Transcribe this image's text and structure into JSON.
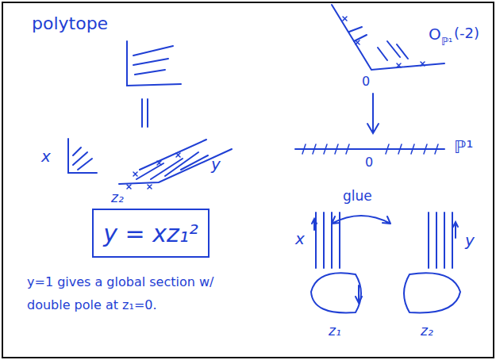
{
  "diagram": {
    "nodes": [
      {
        "text": [
          "y = xz₁²"
        ]
      }
    ],
    "labels": [
      "polytope",
      "O",
      "ℙ¹",
      "(-2)",
      "0",
      "x",
      "y",
      "z₂",
      "0",
      "ℙ¹",
      "glue",
      "x",
      "y",
      "y=1 gives a global section w/ double pole at z₁=0.",
      "z₁",
      "z₂"
    ]
  }
}
